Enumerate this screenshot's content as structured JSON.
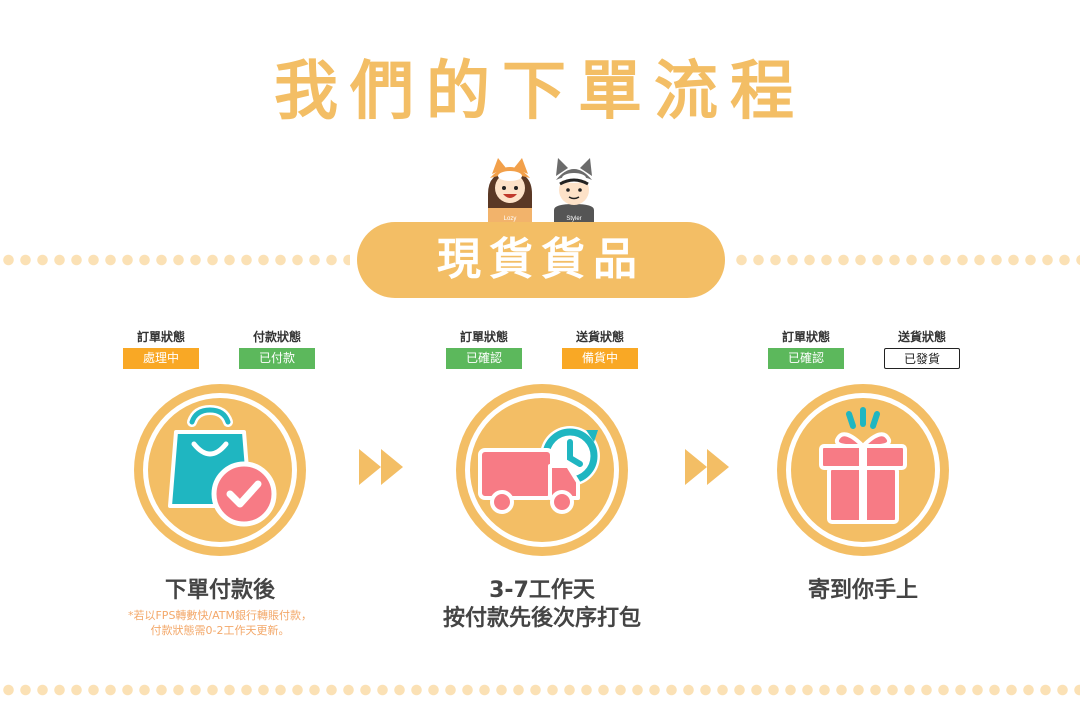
{
  "title": "我們的下單流程",
  "avatars": {
    "left_name": "Lozy",
    "right_name": "Styler"
  },
  "banner": "現貨貨品",
  "steps": [
    {
      "status": [
        {
          "label": "訂單狀態",
          "value": "處理中",
          "style": "orange"
        },
        {
          "label": "付款狀態",
          "value": "已付款",
          "style": "green"
        }
      ],
      "icon": "shopping-bag-check-icon",
      "title_lines": [
        "下單付款後"
      ],
      "note_lines": [
        "*若以FPS轉數快/ATM銀行轉賬付款，",
        "付款狀態需0-2工作天更新。"
      ]
    },
    {
      "status": [
        {
          "label": "訂單狀態",
          "value": "已確認",
          "style": "green"
        },
        {
          "label": "送貨狀態",
          "value": "備貨中",
          "style": "orange"
        }
      ],
      "icon": "delivery-truck-clock-icon",
      "title_lines": [
        "3-7工作天",
        "按付款先後次序打包"
      ],
      "note_lines": []
    },
    {
      "status": [
        {
          "label": "訂單狀態",
          "value": "已確認",
          "style": "green"
        },
        {
          "label": "送貨狀態",
          "value": "已發貨",
          "style": "outline"
        }
      ],
      "icon": "gift-box-icon",
      "title_lines": [
        "寄到你手上"
      ],
      "note_lines": []
    }
  ],
  "colors": {
    "accent": "#f3be65",
    "dots": "#fbe1b5",
    "orange_badge": "#f9a825",
    "green_badge": "#5cb85c",
    "icon_pink": "#f77b85",
    "icon_teal": "#1fb6c1"
  }
}
